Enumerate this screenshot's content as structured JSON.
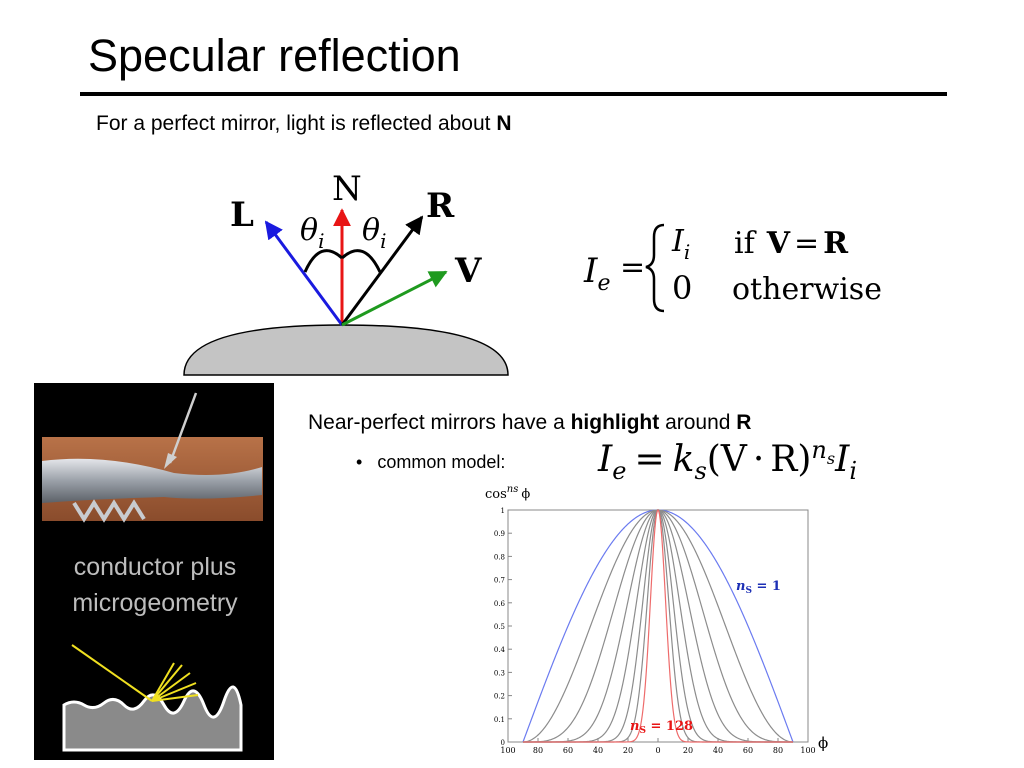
{
  "slide": {
    "title": "Specular reflection",
    "intro_text": "For a perfect mirror, light is reflected about ",
    "intro_bold": "N",
    "near_text_1": "Near-perfect mirrors have a ",
    "near_bold_1": "highlight",
    "near_text_2": " around ",
    "near_bold_2": "R",
    "bullet_marker": "•",
    "bullet_text": "common model:"
  },
  "diagram": {
    "label_n": "N",
    "label_l": "L",
    "label_r": "R",
    "label_v": "V",
    "theta": "θ",
    "theta_sub": "i",
    "colors": {
      "normal": "#e81515",
      "light": "#1a1adf",
      "reflect": "#000000",
      "view": "#1f9a1f",
      "surface": "#c4c4c4"
    }
  },
  "equation": {
    "lhs": "I",
    "lhs_sub": "e",
    "equals": "=",
    "case1_value": "I",
    "case1_sub": "i",
    "case1_cond_if": "if",
    "case1_cond_v": "V",
    "case1_cond_eq": "=",
    "case1_cond_r": "R",
    "case2_value": "0",
    "case2_cond": "otherwise"
  },
  "model": {
    "lhs": "I",
    "lhs_sub": "e",
    "equals": "=",
    "k": "k",
    "k_sub": "s",
    "open": "(",
    "v": "V",
    "dot": "·",
    "r": "R",
    "close": ")",
    "exp": "n",
    "exp_sub": "s",
    "i": "I",
    "i_sub": "i"
  },
  "photo": {
    "caption_line1": "conductor plus",
    "caption_line2": "microgeometry"
  },
  "chart_data": {
    "type": "line",
    "ylabel_base": "cos",
    "ylabel_exp": "ns",
    "ylabel_var": "ϕ",
    "xlabel": "ϕ",
    "xlim": [
      -100,
      100
    ],
    "ylim": [
      0,
      1
    ],
    "x_ticks": [
      -100,
      -80,
      -60,
      -40,
      -20,
      0,
      20,
      40,
      60,
      80,
      100
    ],
    "x_tick_labels": [
      "100",
      "80",
      "60",
      "40",
      "20",
      "0",
      "20",
      "40",
      "60",
      "80",
      "100"
    ],
    "y_ticks": [
      0,
      0.1,
      0.2,
      0.3,
      0.4,
      0.5,
      0.6,
      0.7,
      0.8,
      0.9,
      1
    ],
    "y_tick_labels": [
      "0",
      "0.1",
      "0.2",
      "0.3",
      "0.4",
      "0.5",
      "0.6",
      "0.7",
      "0.8",
      "0.9",
      "1"
    ],
    "function": "cos(phi)^n",
    "series": [
      {
        "n": 1,
        "color": "#6b7bf0"
      },
      {
        "n": 2,
        "color": "#8c8c8c"
      },
      {
        "n": 4,
        "color": "#8c8c8c"
      },
      {
        "n": 8,
        "color": "#8c8c8c"
      },
      {
        "n": 16,
        "color": "#8c8c8c"
      },
      {
        "n": 32,
        "color": "#8c8c8c"
      },
      {
        "n": 64,
        "color": "#8c8c8c"
      },
      {
        "n": 128,
        "color": "#ee6b6b"
      }
    ],
    "annotation_1_base": "n",
    "annotation_1_sub": "S",
    "annotation_1_value": " = 1",
    "annotation_1_color": "#1c2fb5",
    "annotation_2_base": "n",
    "annotation_2_sub": "S",
    "annotation_2_value": " = 128",
    "annotation_2_color": "#e81515"
  }
}
